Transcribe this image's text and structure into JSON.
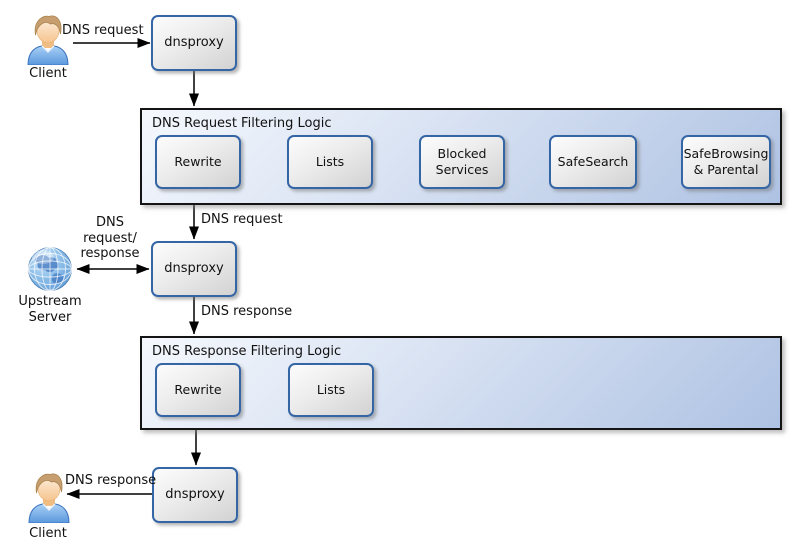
{
  "nodes": {
    "client_top": {
      "label": "Client"
    },
    "dnsproxy_top": {
      "label": "dnsproxy"
    },
    "dnsproxy_middle": {
      "label": "dnsproxy"
    },
    "dnsproxy_bottom": {
      "label": "dnsproxy"
    },
    "upstream_server": {
      "label": "Upstream Server"
    },
    "client_bottom": {
      "label": "Client"
    }
  },
  "groups": {
    "request_filter": {
      "title": "DNS Request Filtering Logic",
      "steps": [
        "Rewrite",
        "Lists",
        "Blocked Services",
        "SafeSearch",
        "SafeBrowsing & Parental"
      ]
    },
    "response_filter": {
      "title": "DNS Response Filtering Logic",
      "steps": [
        "Rewrite",
        "Lists"
      ]
    }
  },
  "edge_labels": {
    "client_to_proxy": "DNS request",
    "filter_to_proxy": "DNS request",
    "upstream_exchange": "DNS request/ response",
    "proxy_to_filter": "DNS response",
    "proxy_to_client": "DNS response"
  },
  "icons": {
    "client_top": "person-icon",
    "upstream_server": "globe-icon",
    "client_bottom": "person-icon"
  },
  "colors": {
    "node_border": "#3465a4",
    "node_fill_top": "#fcfcfc",
    "node_fill_bottom": "#d2d2d2",
    "group_fill_start": "#f5f8fd",
    "group_fill_end": "#aec2e3",
    "group_border": "#141414",
    "arrow": "#000000",
    "text": "#111111"
  }
}
